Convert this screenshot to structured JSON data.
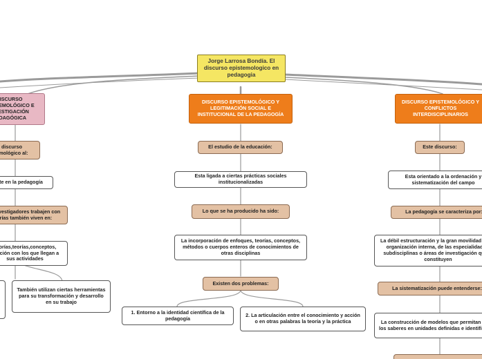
{
  "root": "Jorge Larrosa Bondía. El discurso epistemologico en pedagogia",
  "left": {
    "title": "DISCURSO EPISTEMOLÓGICO E INVESTIGACIÓN PEDAGÓGICA",
    "c1": "Con discurso epistemológico al:",
    "c2": "Presente en la pedagogía",
    "c3": "Los investigadores trabajen con teorías también viven en:",
    "c4": "Teorías,teorías,conceptos, relación con los que llegan a sus actividades",
    "c5": "",
    "c6": "También utilizan ciertas herramientas para su transformación y desarrollo en su trabajo"
  },
  "center": {
    "title": "DISCURSO EPISTEMOLÓGICO Y LEGITIMACIÓN SOCIAL E INSTITUCIONAL DE LA PEDAGOGÍA",
    "c1": "El estudio de la educación:",
    "c2": "Esta ligada a ciertas prácticas sociales institucionalizadas",
    "c3": "Lo que se ha producido ha sido:",
    "c4": "La incorporación de enfoques, teorías, conceptos, métodos o cuerpos enteros de conocimientos de otras disciplinas",
    "c5": "Existen dos problemas:",
    "c6": "1. Entorno a la identidad científica de la pedagogía",
    "c7": "2. La articulación entre el conocimiento y acción o en otras palabras la teoría y la práctica"
  },
  "right": {
    "title": "DISCURSO EPISTEMOLÓGICO Y CONFLICTOS INTERDISCIPLINARIOS",
    "c1": "Este discurso:",
    "c2": "Esta orientado a la ordenación y sistematización del campo",
    "c3": "La pedagogía se caracteriza por:",
    "c4": "La débil estructuración y la gran movilidad de su organización interna, de las especialidades, subdisciplinas o áreas de investigación que la constituyen",
    "c5": "La sistematización puede entenderse:",
    "c6": "La construcción de modelos que permitan aislar los saberes en unidades definidas e identificables",
    "c7": ""
  },
  "colors": {
    "root": "#f5e663",
    "main_orange": "#ee7d1b",
    "main_pink": "#e8b8c4",
    "connector_tan": "#e3c1a4",
    "link": "#9a9a9a"
  }
}
